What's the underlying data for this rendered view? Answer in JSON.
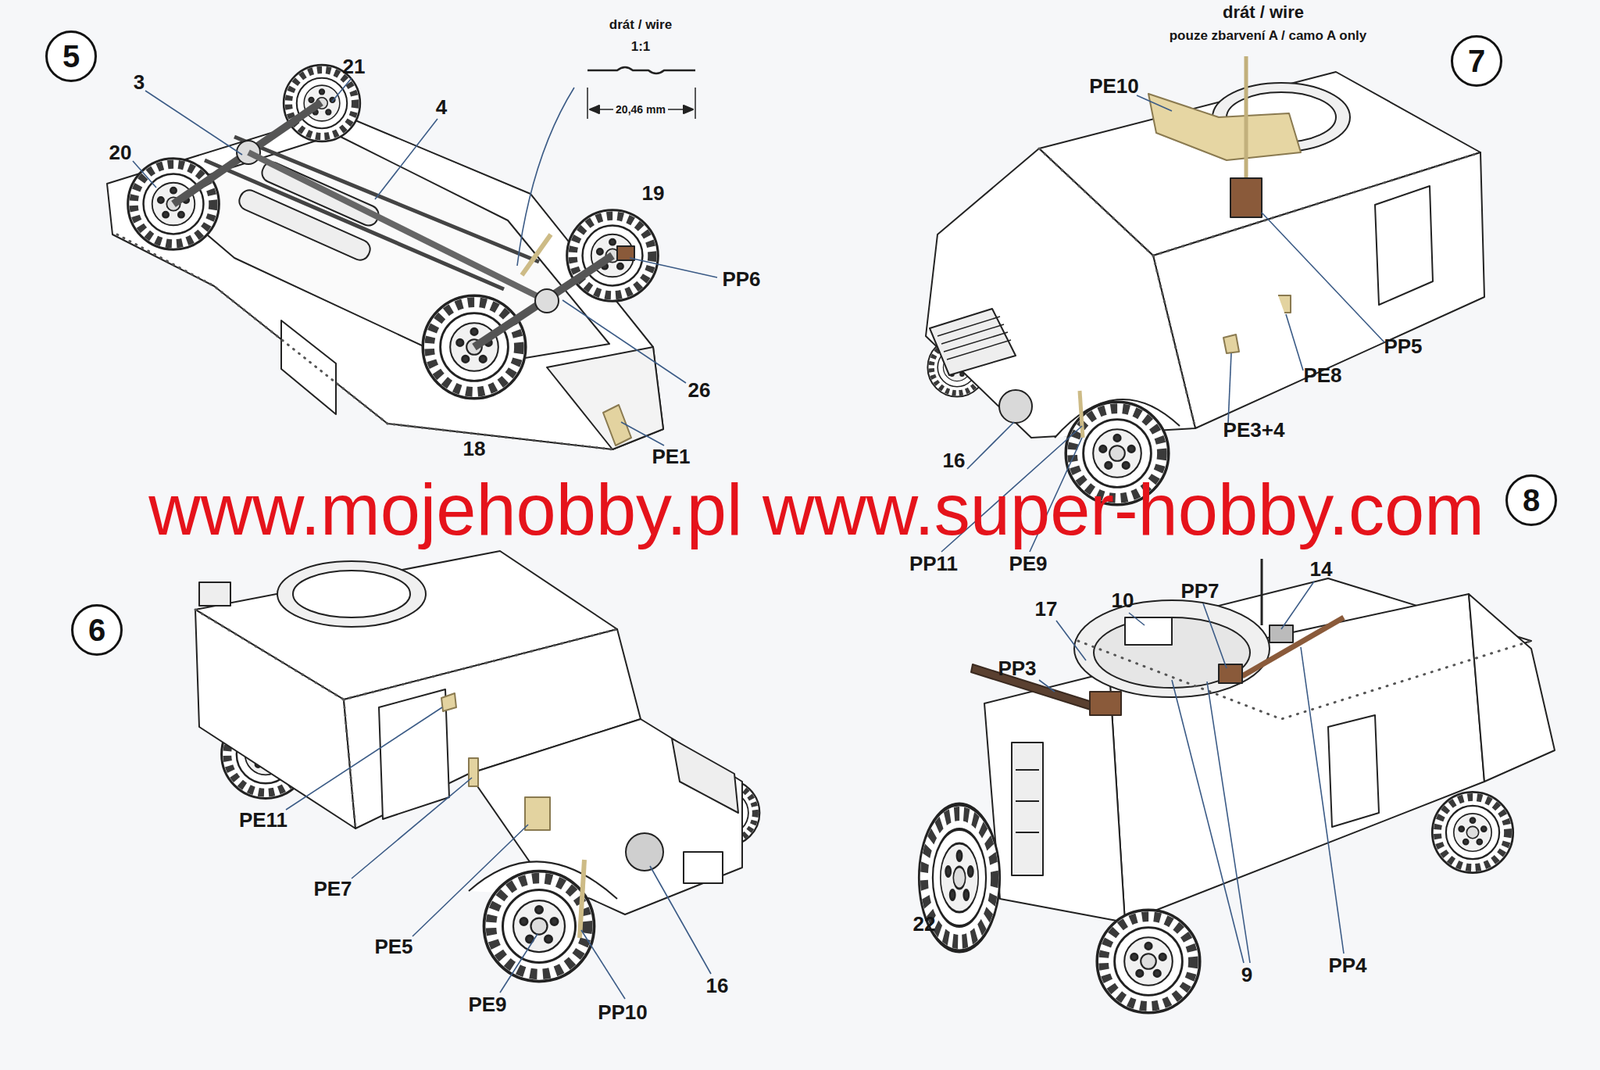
{
  "diagram": {
    "nodes": [
      {
        "text": [
          "5"
        ]
      },
      {
        "text": [
          "7"
        ]
      },
      {
        "text": [
          "6"
        ]
      },
      {
        "text": [
          "8"
        ]
      }
    ],
    "labels": [
      "drát / wire",
      "1:1",
      "20,46 mm",
      "3",
      "21",
      "4",
      "20",
      "19",
      "PP6",
      "26",
      "18",
      "PE1",
      "drát / wire",
      "pouze zbarvení A / camo A only",
      "PE10",
      "PP5",
      "PE8",
      "PE3+4",
      "16",
      "PP11",
      "PE9",
      "www.mojehobby.pl www.super-hobby.com",
      "PE11",
      "PE7",
      "PE5",
      "PE9",
      "PP10",
      "16",
      "17",
      "10",
      "PP7",
      "14",
      "PP3",
      "22",
      "9",
      "PP4"
    ]
  }
}
